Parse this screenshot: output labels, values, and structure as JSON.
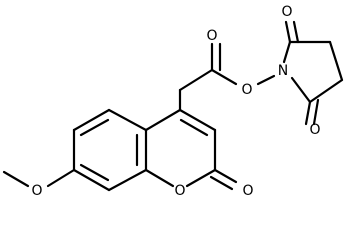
{
  "molecule": {
    "atoms": {
      "o_ester_carbonyl": "O",
      "o_ester_link": "O",
      "n_imide": "N",
      "o_imide_top": "O",
      "o_imide_bottom": "O",
      "o_methoxy": "O",
      "o_ring": "O",
      "o_lactone_carbonyl": "O"
    },
    "colors": {
      "ink": "#000000",
      "background": "#ffffff"
    }
  }
}
